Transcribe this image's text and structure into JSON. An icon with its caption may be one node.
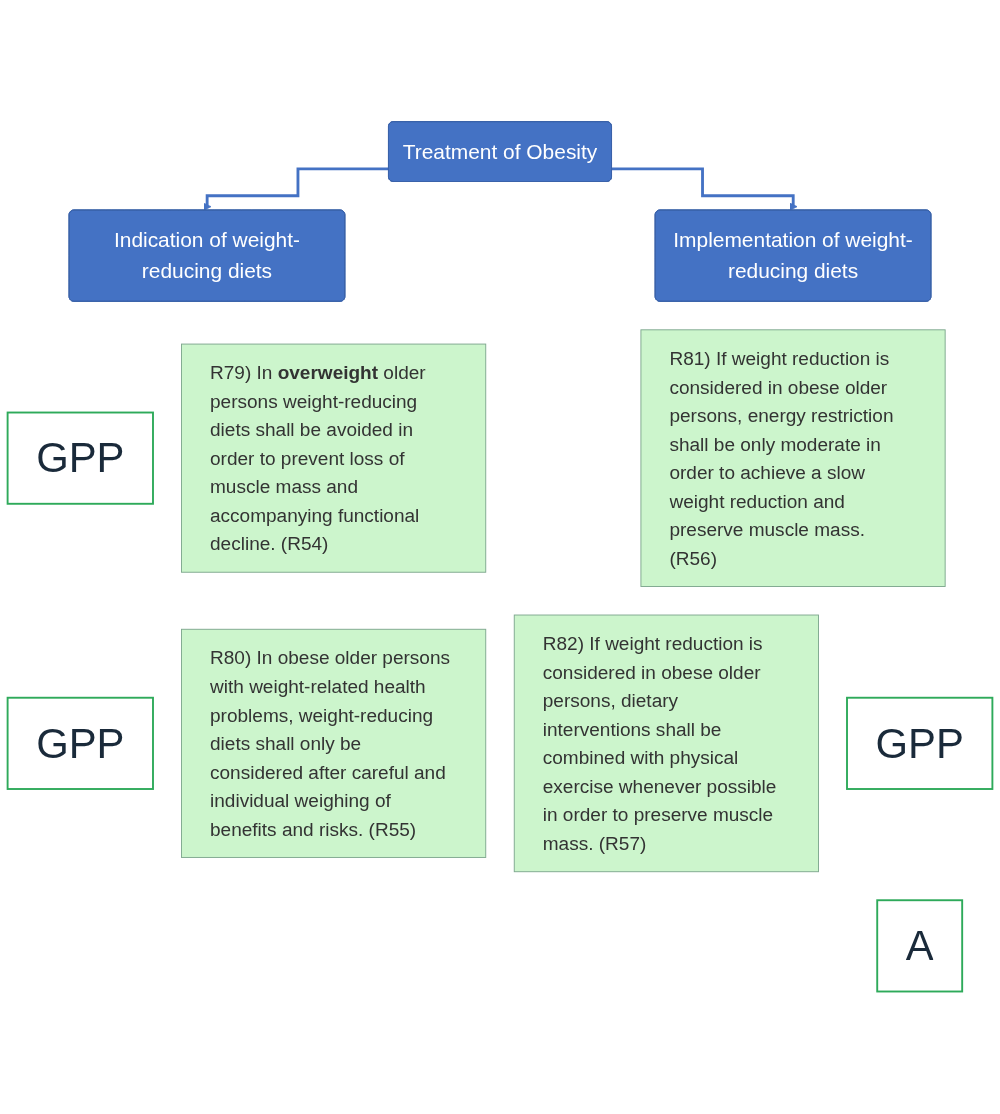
{
  "diagram": {
    "nodes": [
      {
        "text": [
          "Treatment of Obesity"
        ]
      },
      {
        "text": [
          "Indication of weight-reducing diets"
        ]
      },
      {
        "text": [
          "Implementation of weight-reducing diets"
        ]
      },
      {
        "text": [
          "R79) In **overweight** older persons weight-reducing diets shall be avoided in order to prevent loss of muscle mass and accompanying functional decline. (R54)"
        ]
      },
      {
        "text": [
          "R80) In obese older persons with weight-related health problems, weight-reducing diets shall only be considered after careful and individual weighing of benefits and risks. (R55)"
        ]
      },
      {
        "text": [
          "R81) If weight reduction is considered in obese older persons, energy restriction shall be only moderate in order to achieve a slow weight reduction and preserve muscle mass. (R56)"
        ]
      },
      {
        "text": [
          "R82) If weight reduction is considered in obese older persons, dietary interventions shall be combined with physical exercise whenever possible in order to preserve muscle mass. (R57)"
        ]
      },
      {
        "text": [
          "GPP"
        ]
      },
      {
        "text": [
          "GPP"
        ]
      },
      {
        "text": [
          "GPP"
        ]
      },
      {
        "text": [
          "A"
        ]
      }
    ],
    "edges": [
      {
        "from": 0,
        "to": 1,
        "arrow": "to"
      },
      {
        "from": 0,
        "to": 2,
        "arrow": "to"
      }
    ]
  }
}
